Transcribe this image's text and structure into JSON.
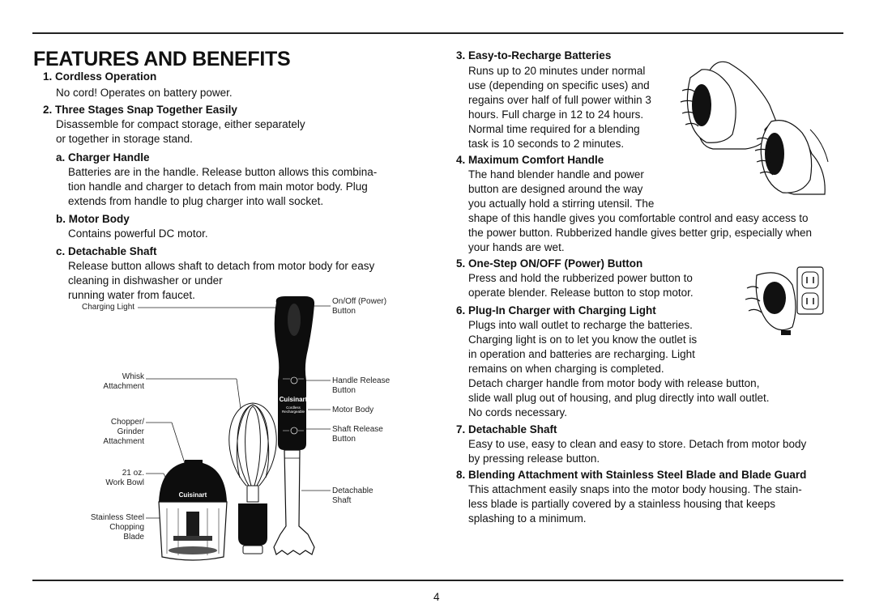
{
  "title": "FEATURES AND BENEFITS",
  "page_number": "4",
  "left": {
    "s1": {
      "heading": "1. Cordless Operation",
      "text": "No cord! Operates on battery power."
    },
    "s2": {
      "heading": "2. Three Stages Snap Together Easily",
      "lines": [
        "Disassemble for compact storage, either separately",
        "or together in storage stand."
      ]
    },
    "sa": {
      "heading": "a. Charger Handle",
      "lines": [
        "Batteries are in the handle. Release button allows this combina-",
        "tion handle and charger to detach from main motor body. Plug",
        "extends from handle to plug charger into wall socket."
      ]
    },
    "sb": {
      "heading": "b. Motor Body",
      "text": "Contains powerful DC motor."
    },
    "sc": {
      "heading": "c. Detachable Shaft",
      "lines": [
        "Release button allows shaft to detach from motor body for easy",
        "cleaning in dishwasher or under",
        "running water from faucet."
      ]
    }
  },
  "diagram": {
    "labels": {
      "charging_light": "Charging Light",
      "whisk_1": "Whisk",
      "whisk_2": "Attachment",
      "chopper_1": "Chopper/",
      "chopper_2": "Grinder",
      "chopper_3": "Attachment",
      "bowl_1": "21 oz.",
      "bowl_2": "Work Bowl",
      "blade_1": "Stainless Steel",
      "blade_2": "Chopping",
      "blade_3": "Blade",
      "onoff_1": "On/Off (Power)",
      "onoff_2": "Button",
      "handle_release_1": "Handle Release",
      "handle_release_2": "Button",
      "motor_body": "Motor Body",
      "shaft_release_1": "Shaft Release",
      "shaft_release_2": "Button",
      "detachable_1": "Detachable",
      "detachable_2": "Shaft"
    },
    "brand": "Cuisinart",
    "handle_text_1": "Cordless",
    "handle_text_2": "Rechargeable"
  },
  "right": {
    "s3": {
      "heading": "3. Easy-to-Recharge Batteries",
      "lines": [
        "Runs up to 20 minutes under normal",
        "use (depending on specific uses) and",
        "regains over half of full power within 3",
        "hours. Full charge in 12 to 24 hours.",
        "Normal time required for a blending",
        "task is 10 seconds to 2 minutes."
      ]
    },
    "s4": {
      "heading": "4. Maximum Comfort Handle",
      "lines": [
        "The hand blender handle and power",
        "button are designed around the way",
        "you actually hold a stirring utensil. The",
        "shape of this handle gives you comfortable control and easy access to",
        "the power button. Rubberized handle gives better grip, especially when",
        "your hands are wet."
      ]
    },
    "s5": {
      "heading": "5. One-Step ON/OFF (Power) Button",
      "lines": [
        "Press and hold the rubberized power button to",
        "operate blender. Release button to stop motor."
      ]
    },
    "s6": {
      "heading": "6. Plug-In Charger with Charging Light",
      "lines": [
        "Plugs into wall outlet to recharge the batteries.",
        "Charging light is on to let you know the outlet is",
        "in operation and batteries are recharging. Light",
        "remains on when charging is completed.",
        "Detach charger handle from motor body with release button,",
        "slide wall plug out of housing, and plug directly into wall outlet.",
        "No cords necessary."
      ]
    },
    "s7": {
      "heading": "7. Detachable Shaft",
      "lines": [
        "Easy to use, easy to clean and easy to store. Detach from motor body",
        "by pressing release button."
      ]
    },
    "s8": {
      "heading": "8. Blending Attachment with Stainless Steel Blade and Blade Guard",
      "lines": [
        "This attachment easily snaps into the motor body housing. The stain-",
        "less blade is partially covered by a stainless housing that keeps",
        "splashing to a minimum."
      ]
    }
  }
}
